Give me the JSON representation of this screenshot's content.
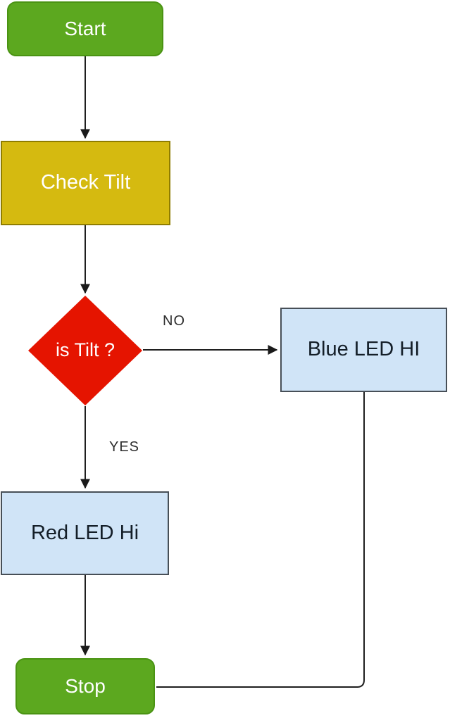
{
  "diagram": {
    "nodes": {
      "start": {
        "label": "Start",
        "shape": "rounded-terminator",
        "fill": "#5CA81F",
        "stroke": "#4A9313",
        "text_color": "#FFFFFF"
      },
      "check_tilt": {
        "label": "Check Tilt",
        "shape": "process-rectangle",
        "fill": "#D5BA10",
        "stroke": "#8F7D00",
        "text_color": "#FFFFFF"
      },
      "decision": {
        "label": "is Tilt ?",
        "shape": "decision-diamond",
        "fill": "#E51400",
        "text_color": "#FFFFFF"
      },
      "blue_led": {
        "label": "Blue LED HI",
        "shape": "rectangle",
        "fill": "#D0E4F7",
        "stroke": "#474F57",
        "text_color": "#141E28"
      },
      "red_led": {
        "label": "Red LED Hi",
        "shape": "rectangle",
        "fill": "#D0E4F7",
        "stroke": "#474F57",
        "text_color": "#141E28"
      },
      "stop": {
        "label": "Stop",
        "shape": "rounded-terminator",
        "fill": "#5CA81F",
        "stroke": "#4A9313",
        "text_color": "#FFFFFF"
      }
    },
    "edge_labels": {
      "no": "NO",
      "yes": "YES"
    },
    "edges": [
      {
        "from": "start",
        "to": "check_tilt",
        "label": ""
      },
      {
        "from": "check_tilt",
        "to": "decision",
        "label": ""
      },
      {
        "from": "decision",
        "to": "blue_led",
        "label": "NO"
      },
      {
        "from": "decision",
        "to": "red_led",
        "label": "YES"
      },
      {
        "from": "red_led",
        "to": "stop",
        "label": ""
      },
      {
        "from": "blue_led",
        "to": "stop",
        "label": ""
      }
    ],
    "connector_color": "#1F1F1F"
  }
}
